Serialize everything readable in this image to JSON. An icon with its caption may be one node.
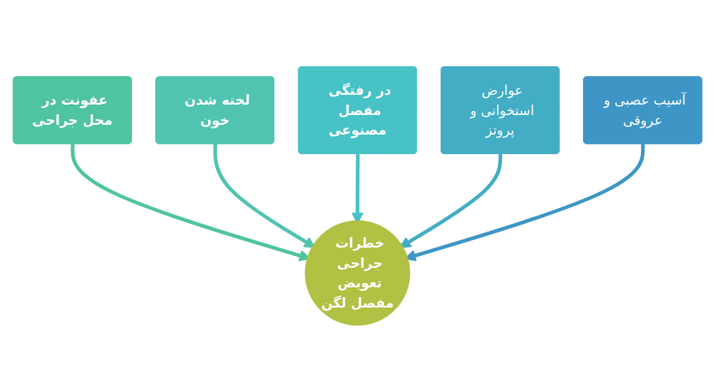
{
  "diagram": {
    "nodes": [
      {
        "text": [
          "در رفتگی مفصل مصنوعی"
        ]
      },
      {
        "text": [
          "لخته شدن خون"
        ]
      },
      {
        "text": [
          "عوارض استخوانی و پروتز"
        ]
      },
      {
        "text": [
          "عفونت در محل جراحی"
        ]
      },
      {
        "text": [
          "خطرات جراحی تعویض مفصل لگن"
        ]
      },
      {
        "text": [
          "آسیب عصبی و عروقی"
        ]
      }
    ],
    "edges": [
      {
        "from": 3,
        "to": 4,
        "arrow": "to",
        "color": "#4fc4a0"
      },
      {
        "from": 1,
        "to": 4,
        "arrow": "to",
        "color": "#50c4b0"
      },
      {
        "from": 0,
        "to": 4,
        "arrow": "to",
        "color": "#47c2c6"
      },
      {
        "from": 2,
        "to": 4,
        "arrow": "to",
        "color": "#42adc5"
      },
      {
        "from": 5,
        "to": 4,
        "arrow": "to",
        "color": "#3d96c6"
      }
    ]
  }
}
